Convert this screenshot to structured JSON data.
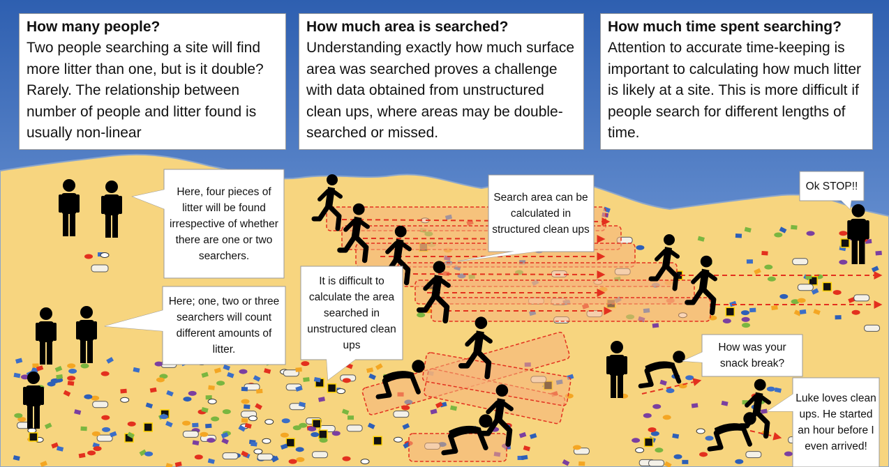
{
  "headers": [
    {
      "title": "How many people?",
      "body": "Two people searching a site will find more litter than one, but is it double? Rarely. The relationship between number of people and litter found is usually non-linear"
    },
    {
      "title": "How much area is searched?",
      "body": "Understanding exactly how much surface area was searched proves a challenge with data obtained from unstructured clean ups, where areas may be double-searched or missed."
    },
    {
      "title": "How much time spent searching?",
      "body": "Attention to accurate time-keeping is important to calculating how much litter is likely at a site. This is more difficult if people search for different lengths of time."
    }
  ],
  "callouts": {
    "four_pieces": "Here, four pieces of litter will be found irrespective of whether there are one or two searchers.",
    "one_two_three": "Here; one, two or three searchers will count different amounts of litter.",
    "search_area": "Search area can be calculated in structured clean ups",
    "difficult": "It is difficult to calculate the area searched in unstructured clean ups",
    "ok_stop": "Ok STOP!!",
    "snack_break": "How was your snack break?",
    "luke": "Luke loves clean ups. He started an hour before I even arrived!"
  },
  "colors": {
    "sky": "#2f62b3",
    "sea": "#dde8f6",
    "sand": "#f7d57f",
    "arrow": "#e3301e",
    "search_strip": "#f6b27a",
    "person": "#000000"
  }
}
